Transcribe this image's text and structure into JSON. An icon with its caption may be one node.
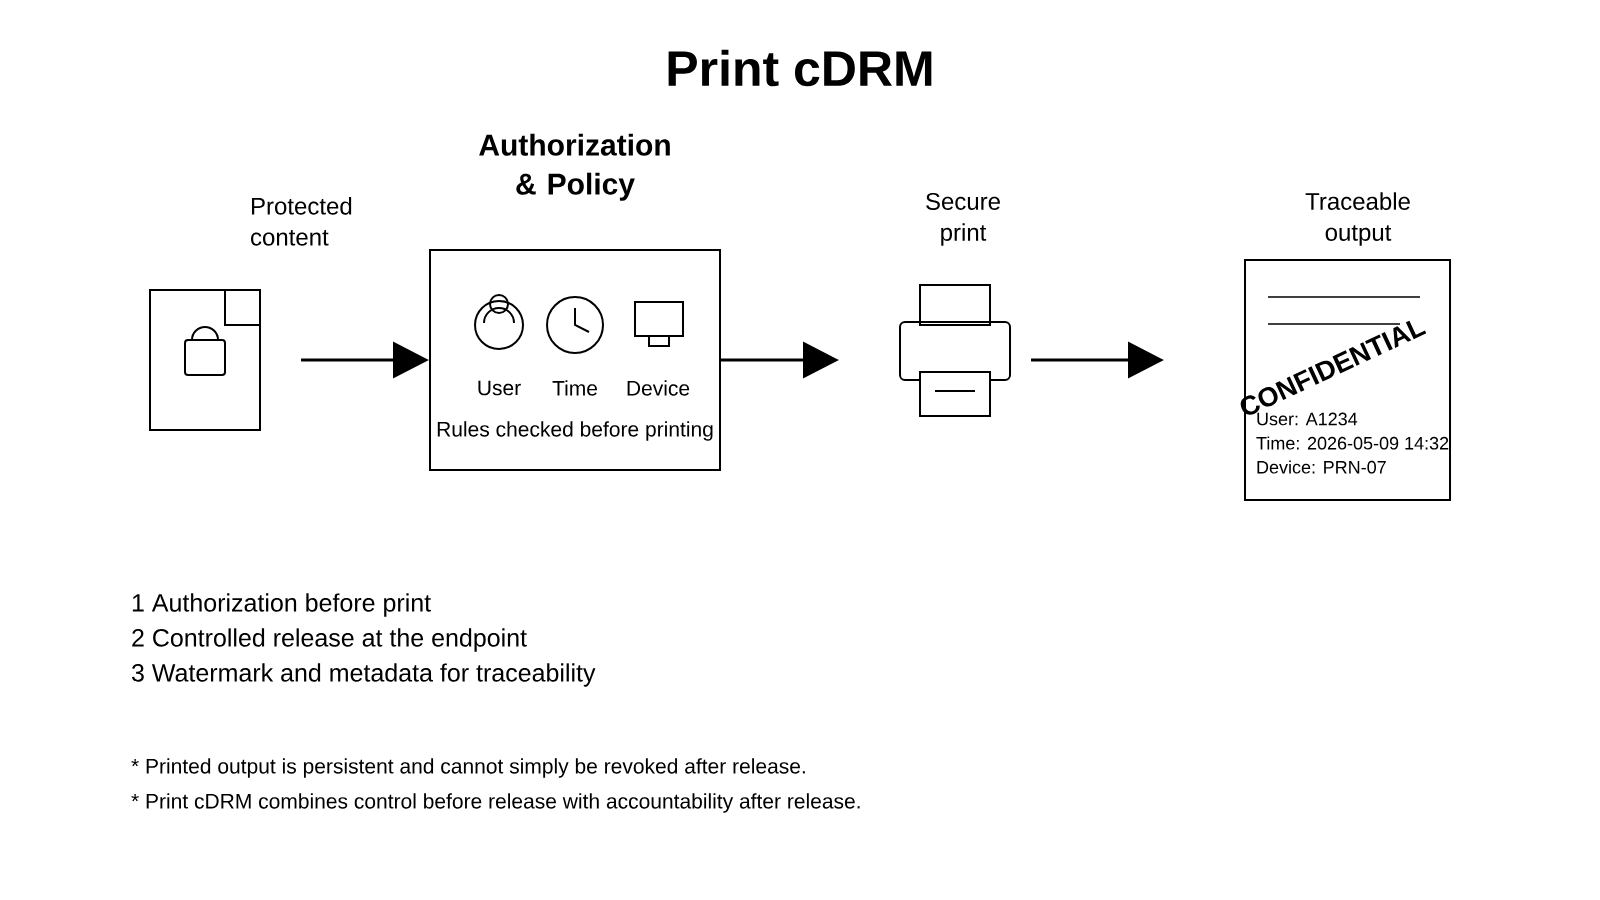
{
  "diagram": {
    "title": "Print cDRM",
    "nodes": [
      {
        "text": [
          "Protected content"
        ]
      },
      {
        "text": [
          "Authorization & Policy",
          "User",
          "Time",
          "Device",
          "Rules checked before printing"
        ]
      },
      {
        "text": [
          "Secure print"
        ]
      },
      {
        "text": [
          "Traceable output",
          "CONFIDENTIAL",
          "User: A1234",
          "Time: 2026-05-09 14:32",
          "Device: PRN-07"
        ]
      }
    ],
    "edges": [
      {
        "from": 0,
        "to": 1,
        "arrow": "to"
      },
      {
        "from": 1,
        "to": 2,
        "arrow": "to"
      },
      {
        "from": 2,
        "to": 3,
        "arrow": "to"
      }
    ],
    "labels": [
      "1 Authorization before print",
      "2 Controlled release at the endpoint",
      "3 Watermark and metadata for traceability",
      "* Printed output is persistent and cannot simply be revoked after release.",
      "* Print cDRM combines control before release with accountability after release."
    ]
  }
}
